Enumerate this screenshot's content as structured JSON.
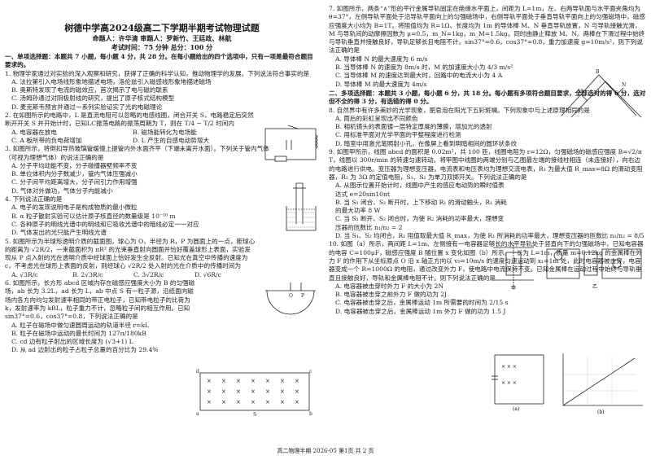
{
  "header": {
    "title": "树德中学高2024级高二下学期半期考试物理试题",
    "authors": "命题人：许华清  审题人：罗新竹、王廷政、林航",
    "exam_info": "考试时间：75 分钟  总分：100 分"
  },
  "section1": {
    "heading": "一、单项选择题：本题共 7 小题，每小题 4 分，共 28 分。在每小题给出的四个选项中，只有一项是最符合题目要求的。"
  },
  "q1": {
    "stem": "1. 物理学家通过对实验的深入观察和研究，获得了正确的科学认知，推动物理学的发展。下列说法符合事实的是",
    "options": [
      "A. 法拉第引入电场线形象地描述电场，洛伦兹引入磁感线形象地描述磁场",
      "B. 奥斯特发现了电流的磁效应，首次揭示了电与磁的联系",
      "C. 汤姆孙通过对阴极射线的研究，提出了原子核式结构模型",
      "D. 麦克斯韦预言并通过一系列实验证实了光的电磁理论"
    ]
  },
  "q2": {
    "stem": "2. 在如图所示的电路中，L 是直流电阻可以忽略的电感线圈，闭合开关 S，电路稳定后突然断开开关 S 并开始计时，已知LC振荡电路的振荡周期为 T，则在 T/4 ~ T/2 时间内",
    "options": [
      "A. 电容器在放电",
      "B. 磁场能转化为电场能",
      "C. A 板所带的负电荷增加",
      "D. L 产生的自感电动势增大"
    ]
  },
  "q3": {
    "stem": "3. 如图所示，将倒扣导热玻璃管缓慢上提管内外水面齐平（下端未离开水面）。下列关于管内气体（可视为理想气体）的说法正确的是",
    "options": [
      "A. 分子平均动能不变，分子碰撞器壁频率不变",
      "B. 单位体积内分子数减少，管内气体压强减小",
      "C. 分子间平均距离增大，分子间引力作用增强",
      "D. 气体对外做功，气体分子内能减小"
    ]
  },
  "q4": {
    "stem": "4. 下列说法正确的是",
    "options": [
      "A. 电子的发现说明电子是构成物质的最小微粒",
      "B. α 粒子散射实验可以估计原子核直径的数量级是 10⁻¹⁰ m",
      "C. 各种原子的明线光谱中的明线和它吸收光谱中的暗线必定一一对应",
      "D. 气体发出的光只能产生明线光谱"
    ]
  },
  "q5": {
    "stem": "5. 如图所示为半球形透明介质的截面图，球心为 O，半径为 R，P 为圆面上的一点，距球心的距离为 √2R/2，一束截面积为 πR² 的光束垂直射向圆面并恰好覆盖球形上表面，实验发现从 P 点入射的光在透明介质中经球面上恰好发生全反射。已知光在真空中传播的速度为 c，不考虑光在球形上表面的反射，则经球心 √2R/2 处入射的光在介质中的传播时间为",
    "options": [
      "A. √3R/c",
      "B. 2√3R/c",
      "C. 3√2R/c",
      "D. √6R/c"
    ]
  },
  "q6": {
    "stem": "6. 如图所示，长方形 abcd 区域内存在磁感应强度大小为 B 的匀强磁场，ab 长为 3.2L，ad 长为 L，ab 中点 S 有一粒子源，沿纸面向磁场内各方向均匀发射速率相同的带正电粒子，已知带电粒子的比荷为 k，发射速率为 kBL，粒子重力不计，忽略粒子间的相互作用。已知 sin37°=0.6，cos37°=0.8，下列说法正确的是",
    "options": [
      "A. 粒子在磁场中做匀速圆周运动的轨道半径 r=kL",
      "B. 粒子在磁场中运动的最长时间为 127π/180kB",
      "C. cd 边有粒子射出的区域长度为 (√3+1) L",
      "D. 从 ad 边射出的粒子占粒子总量的百分比为 29.4%"
    ]
  },
  "q7": {
    "stem": "7. 如图所示，两条“∧”形的平行金属导轨固定在绝缘水平面上，间距为 L=1m，左、右两导轨面与水平面夹角均为 θ=37°，左侧导轨平面处于沿导轨平面向上的匀强磁场中，右侧导轨平面处于垂直导轨平面向上的匀强磁场中，磁感应强度大小均为 B=1T。将阻值均为 R=1Ω、长度均为 1m 的导体棒 M、N 垂直导轨放置，N 与导轨接触光滑，M 与导轨间的动摩擦因数为 μ=0.5，m_N=1kg，m_M=1.5kg，同时由静止释放 M、N。两棒在下滑过程中始终与导轨垂直并接触良好，导轨足够长且电阻不计。sin37°=0.6，cos37°=0.8，重力加速度 g=10m/s²，则下列说法正确的是",
    "options": [
      "A. 导体棒 N 的最大速度为 6 m/s",
      "B. 当导体棒 N 的速度为 8m/s 时，M 的加速度大小为 4/3 m/s²",
      "C. 当导体棒 M 的速度达到最大时，回路中的电流大小为 4 A",
      "D. 导体棒 M 的最大速度为 4m/s"
    ]
  },
  "section2": {
    "heading": "二、多项选择题：本题共 3 小题，每小题 6 分，共 18 分。每小题有多项符合题目要求，全部选对的得 6 分，选对但不全的得 3 分，有选错的得 0 分。"
  },
  "q8": {
    "stem": "8. 自然界中有许多美妙的光学现象，肥皂泡在阳光下五彩斑斓。下列现象中与上述原理相同的是",
    "options": [
      "A. 雨后的彩虹呈现出不同颜色",
      "B. 相机镜头的表面镀一层特定厚度的薄膜，增加光的透射",
      "C. 用标准平面对光学平面的平整程度进行检测",
      "D. 暗室中用激光笔照射小孔，在像屏上看到明暗相间的圆环状条纹"
    ]
  },
  "q9": {
    "stem": "9. 如图甲所示，线圈 abcd 的面积是 0.02m²，共 100 匝，线圈电阻为 r=12Ω，匀强磁场的磁感应强度 B=√2/π T，线圈以 300r/min 的转速匀速转动。将甲图中线圈的两端分别与乙图最左端的接线柱相连（未连接好），向右边的电路进行供电。变压器为理想变压器，电流表和电压表均为理想交流电表，R₁ 为最大值 R_max=8Ω 的滑动变阻器，R₂ 为 3Ω 的定值电阻，S₁、S₂ 为单刀双掷开关。下列说法正确的是",
    "options": [
      "A. 从图示位置开始计时，线圈中产生的感应电动势的瞬时值表达式 e=20sin10πt",
      "B. 当 S₁ 闭合、S₂ 断开时，上下移动 R₁ 的滑动触头，R₁ 消耗的最大功率 8 W",
      "C. 当 S₁ 断开、S₂ 闭合时，为使 R₂ 消耗的功率最大，理想变压器的匝数比 n₁/n₂ = 2",
      "D. 当 S₁、S₂ 均闭合，R₁ 阻值取最大值 R_max，为使 R₁ 所消耗的功率最大，理想变压器的匝数比 n₁/n₂ = 8/5"
    ]
  },
  "q10": {
    "stem": "10. 如图（a）所示，两间距 L=1m、左侧接有一电容器足够长的水平导轨处于竖直向下的匀强磁场中，已知电容器的电容 C=100μF，磁感应强度 B 随位置 x 变化如图（b）所示。一长为 L=1m，质量 m=0.12kg 的金属棒在外力 F 的作用下从坐标原点 O 沿 x 轴正方向以 v₀=10m/s 的速度匀速运动到 x₁=1m 处，此时电容器被击穿，电容器变成一个 R=1000Ω 的电阻，通过改变外力 F，使电路中电流保持不变。已知金属棒在运动过程中始终与导轨垂直且接触良好，导轨和金属棒电阻不计。则下列说法正确的是",
    "options": [
      "A. 电容器被击穿时外力 F 的大小为 2N",
      "B. 电容器被击穿之前外力 F 做的功为 2J",
      "C. 电容器被击穿之后，金属棒运动 1m 所需要的时间为 2/15 s",
      "D. 电容器被击穿之后，金属棒运动 1m 外力 F 做的功为 1.5 J"
    ]
  },
  "figures": {
    "fig9_jia": "甲",
    "fig9_yi": "乙",
    "fig10_a": "(a)",
    "fig10_b": "(b)"
  },
  "footer": {
    "text": "高二物理半期   2026-05   第1页  共 2 页"
  }
}
